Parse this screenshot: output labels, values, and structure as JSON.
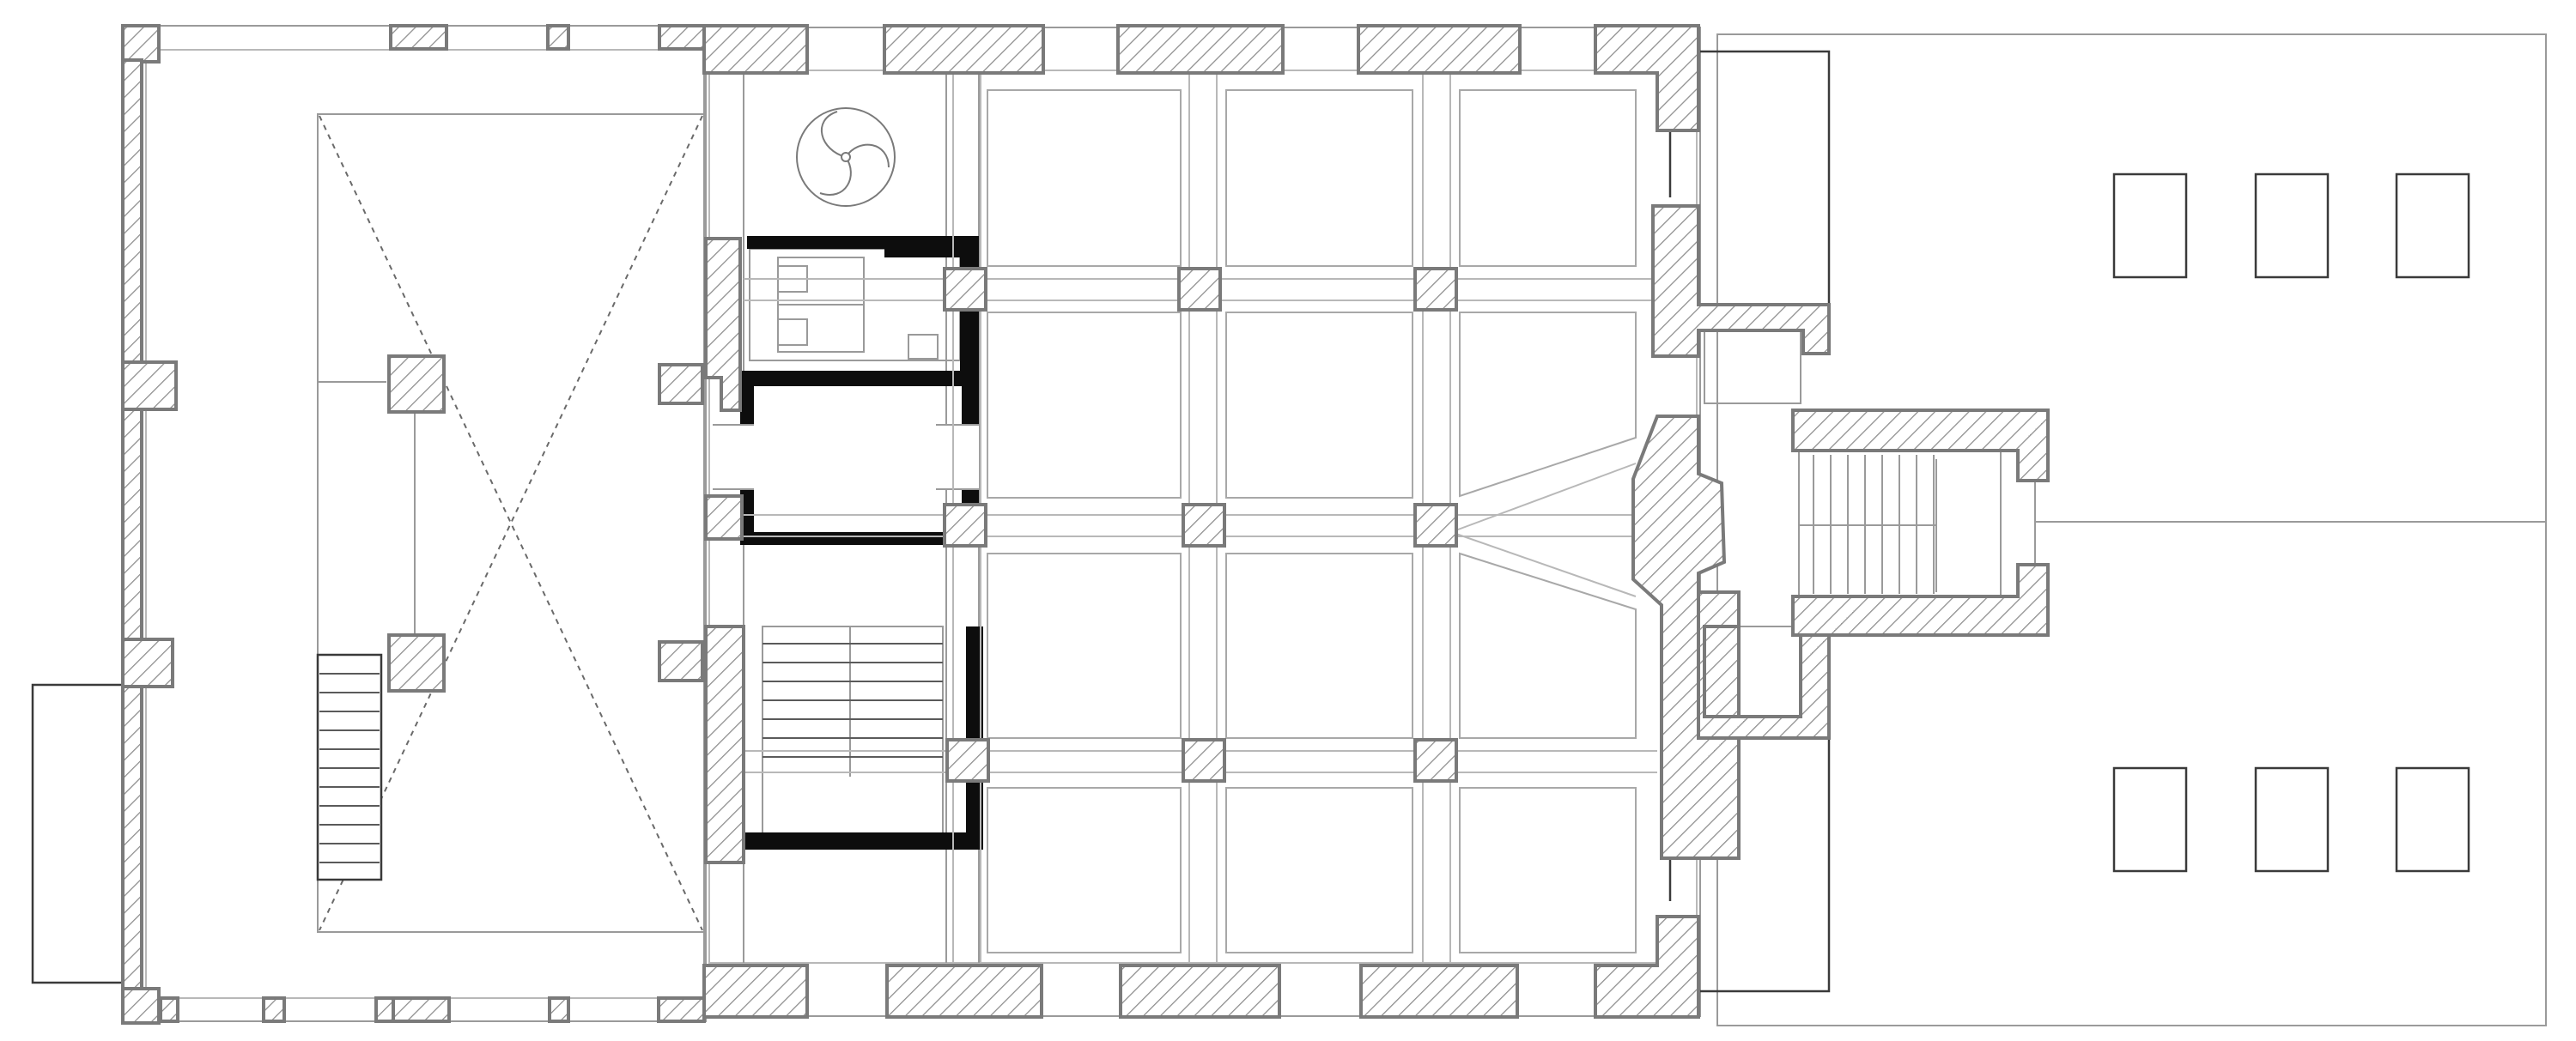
{
  "drawing": {
    "kind": "architectural floor plan",
    "text_labels": [],
    "colors": {
      "background": "#ffffff",
      "wall_outline": "#7a7a7a",
      "hatch_lines": "#8c8c8c",
      "solid_walls": "#0d0d0d",
      "thin_lines": "#9a9a9a"
    },
    "elements": [
      {
        "id": "exterior-wall",
        "label": ""
      },
      {
        "id": "west-hall",
        "label": ""
      },
      {
        "id": "central-core",
        "label": ""
      },
      {
        "id": "coffered-hall",
        "label": ""
      },
      {
        "id": "east-stair-annex",
        "label": ""
      },
      {
        "id": "east-yard",
        "label": ""
      }
    ]
  }
}
